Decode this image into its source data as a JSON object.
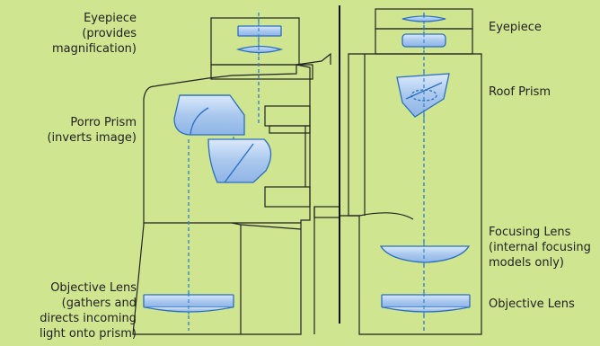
{
  "colors": {
    "background": "#cfe58f",
    "outline": "#222222",
    "optic_fill": "#a9c8ee",
    "optic_stroke": "#2a6fc0",
    "axis": "#2a7fd0"
  },
  "labels": {
    "left": {
      "eyepiece": [
        "Eyepiece",
        "(provides",
        "magnification)"
      ],
      "porro_prism": [
        "Porro Prism",
        "(inverts image)"
      ],
      "objective_lens": [
        "Objective Lens",
        "(gathers and",
        "directs incoming",
        "light onto prism)"
      ]
    },
    "right": {
      "eyepiece": [
        "Eyepiece"
      ],
      "roof_prism": [
        "Roof Prism"
      ],
      "focusing_lens": [
        "Focusing Lens",
        "(internal focusing",
        "models only)"
      ],
      "objective_lens": [
        "Objective Lens"
      ]
    }
  }
}
